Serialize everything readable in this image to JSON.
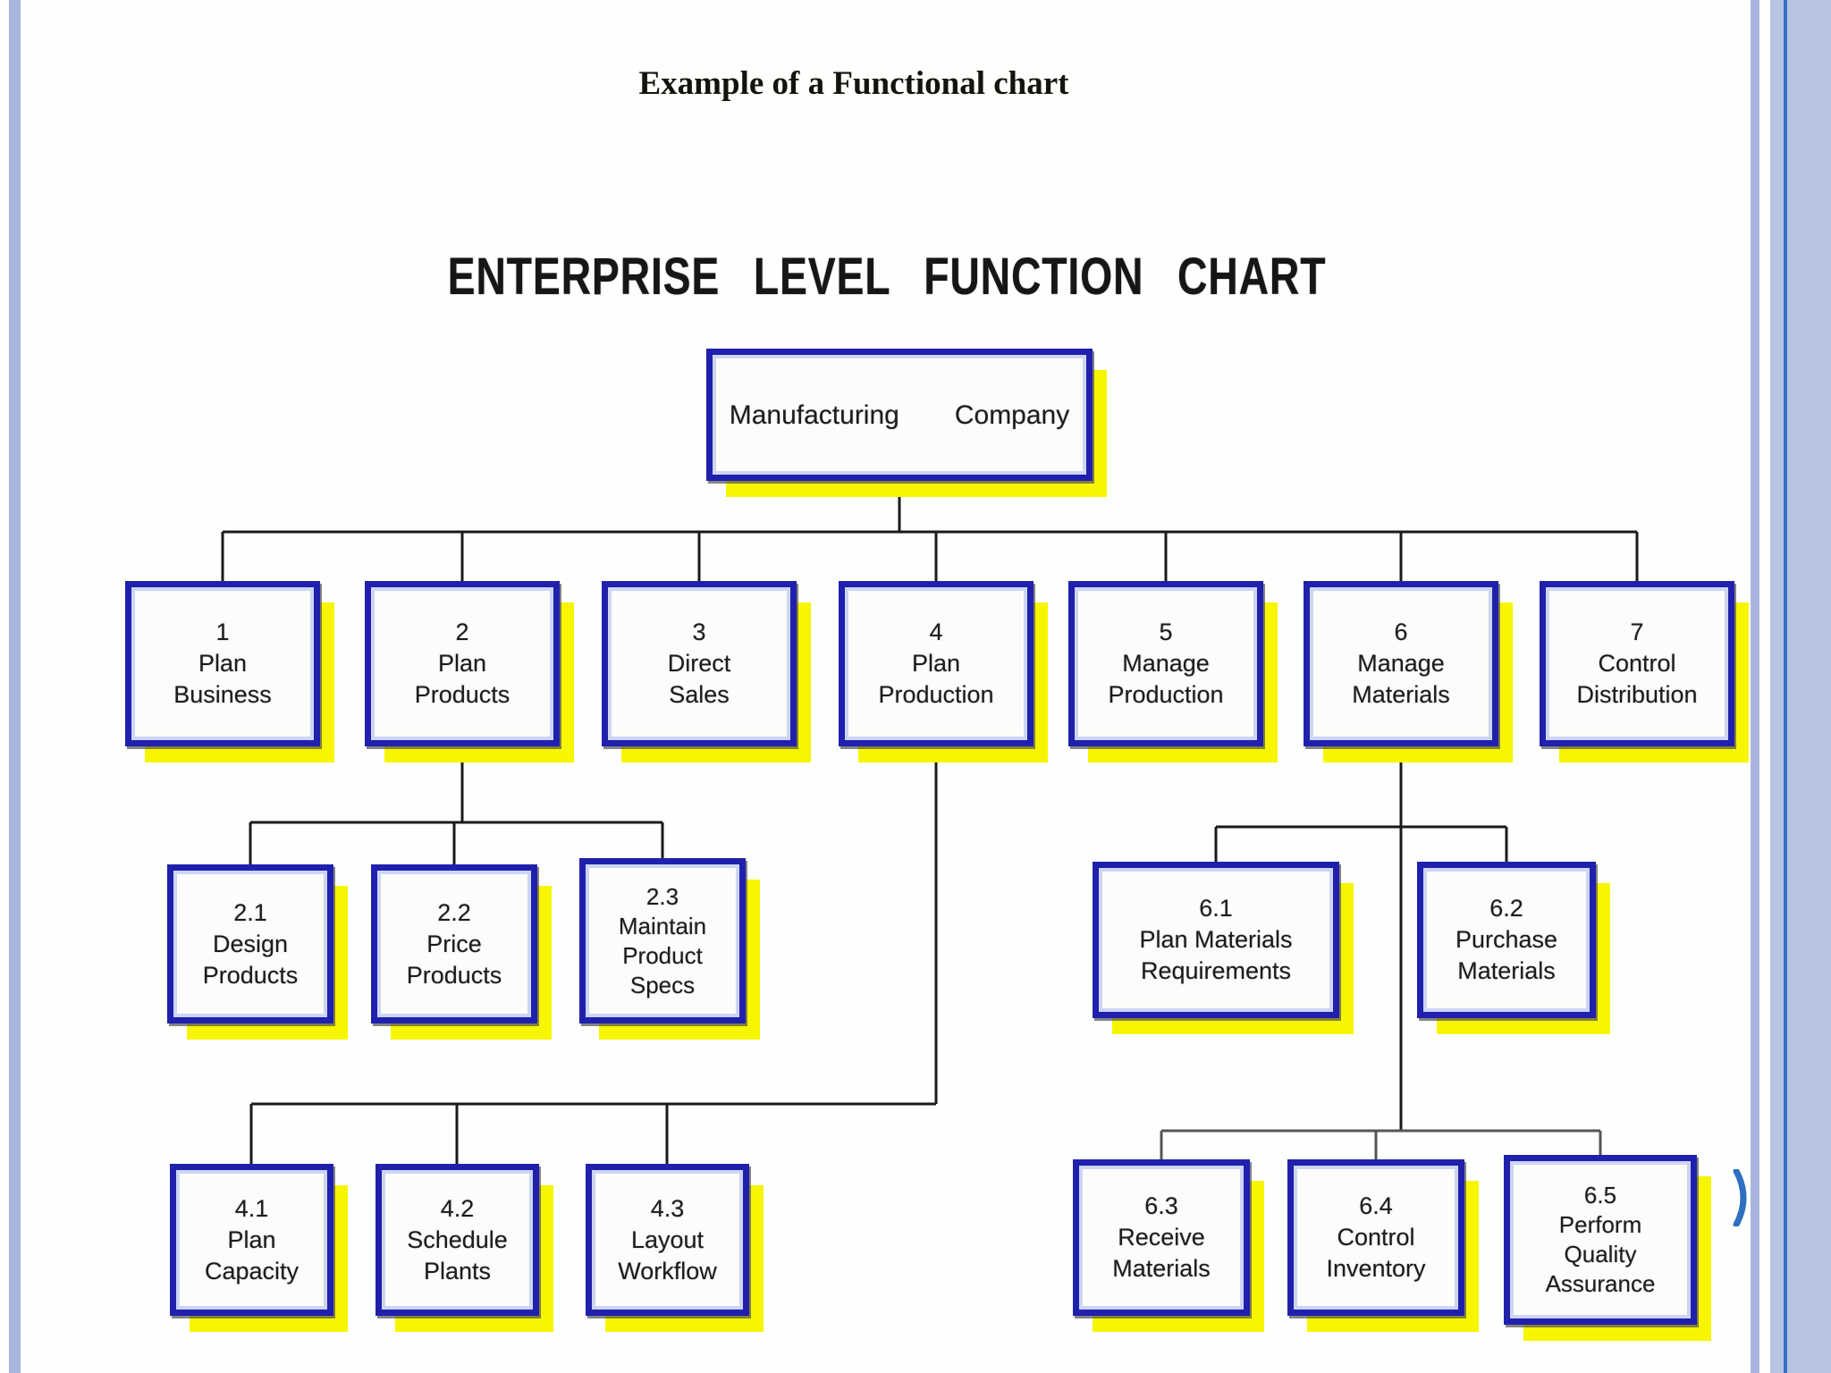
{
  "page": {
    "heading": "Example of a Functional chart",
    "chart_title": "ENTERPRISE LEVEL FUNCTION CHART"
  },
  "nodes": {
    "root": {
      "w1": "Manufacturing",
      "w2": "Company"
    },
    "l1": [
      {
        "num": "1",
        "a": "Plan",
        "b": "Business"
      },
      {
        "num": "2",
        "a": "Plan",
        "b": "Products"
      },
      {
        "num": "3",
        "a": "Direct",
        "b": "Sales"
      },
      {
        "num": "4",
        "a": "Plan",
        "b": "Production"
      },
      {
        "num": "5",
        "a": "Manage",
        "b": "Production"
      },
      {
        "num": "6",
        "a": "Manage",
        "b": "Materials"
      },
      {
        "num": "7",
        "a": "Control",
        "b": "Distribution"
      }
    ],
    "g2": [
      {
        "num": "2.1",
        "a": "Design",
        "b": "Products"
      },
      {
        "num": "2.2",
        "a": "Price",
        "b": "Products"
      },
      {
        "num": "2.3",
        "a": "Maintain",
        "b": "Product",
        "c": "Specs"
      }
    ],
    "g6u": [
      {
        "num": "6.1",
        "a": "Plan Materials",
        "b": "Requirements"
      },
      {
        "num": "6.2",
        "a": "Purchase",
        "b": "Materials"
      }
    ],
    "g4": [
      {
        "num": "4.1",
        "a": "Plan",
        "b": "Capacity"
      },
      {
        "num": "4.2",
        "a": "Schedule",
        "b": "Plants"
      },
      {
        "num": "4.3",
        "a": "Layout",
        "b": "Workflow"
      }
    ],
    "g6l": [
      {
        "num": "6.3",
        "a": "Receive",
        "b": "Materials"
      },
      {
        "num": "6.4",
        "a": "Control",
        "b": "Inventory"
      },
      {
        "num": "6.5",
        "a": "Perform",
        "b": "Quality",
        "c": "Assurance"
      }
    ]
  },
  "colors": {
    "box_border": "#2020ad",
    "box_inner_edge": "#ccd5f3",
    "shadow_yellow": "#f7f500",
    "frame_stripe": "#a8b6de",
    "frame_band": "#b7c3e3",
    "frame_accent_line": "#3a70c8",
    "connector": "#1a1a1a",
    "connector_gray": "#555555",
    "arc_decoration": "#2e6fc0"
  }
}
